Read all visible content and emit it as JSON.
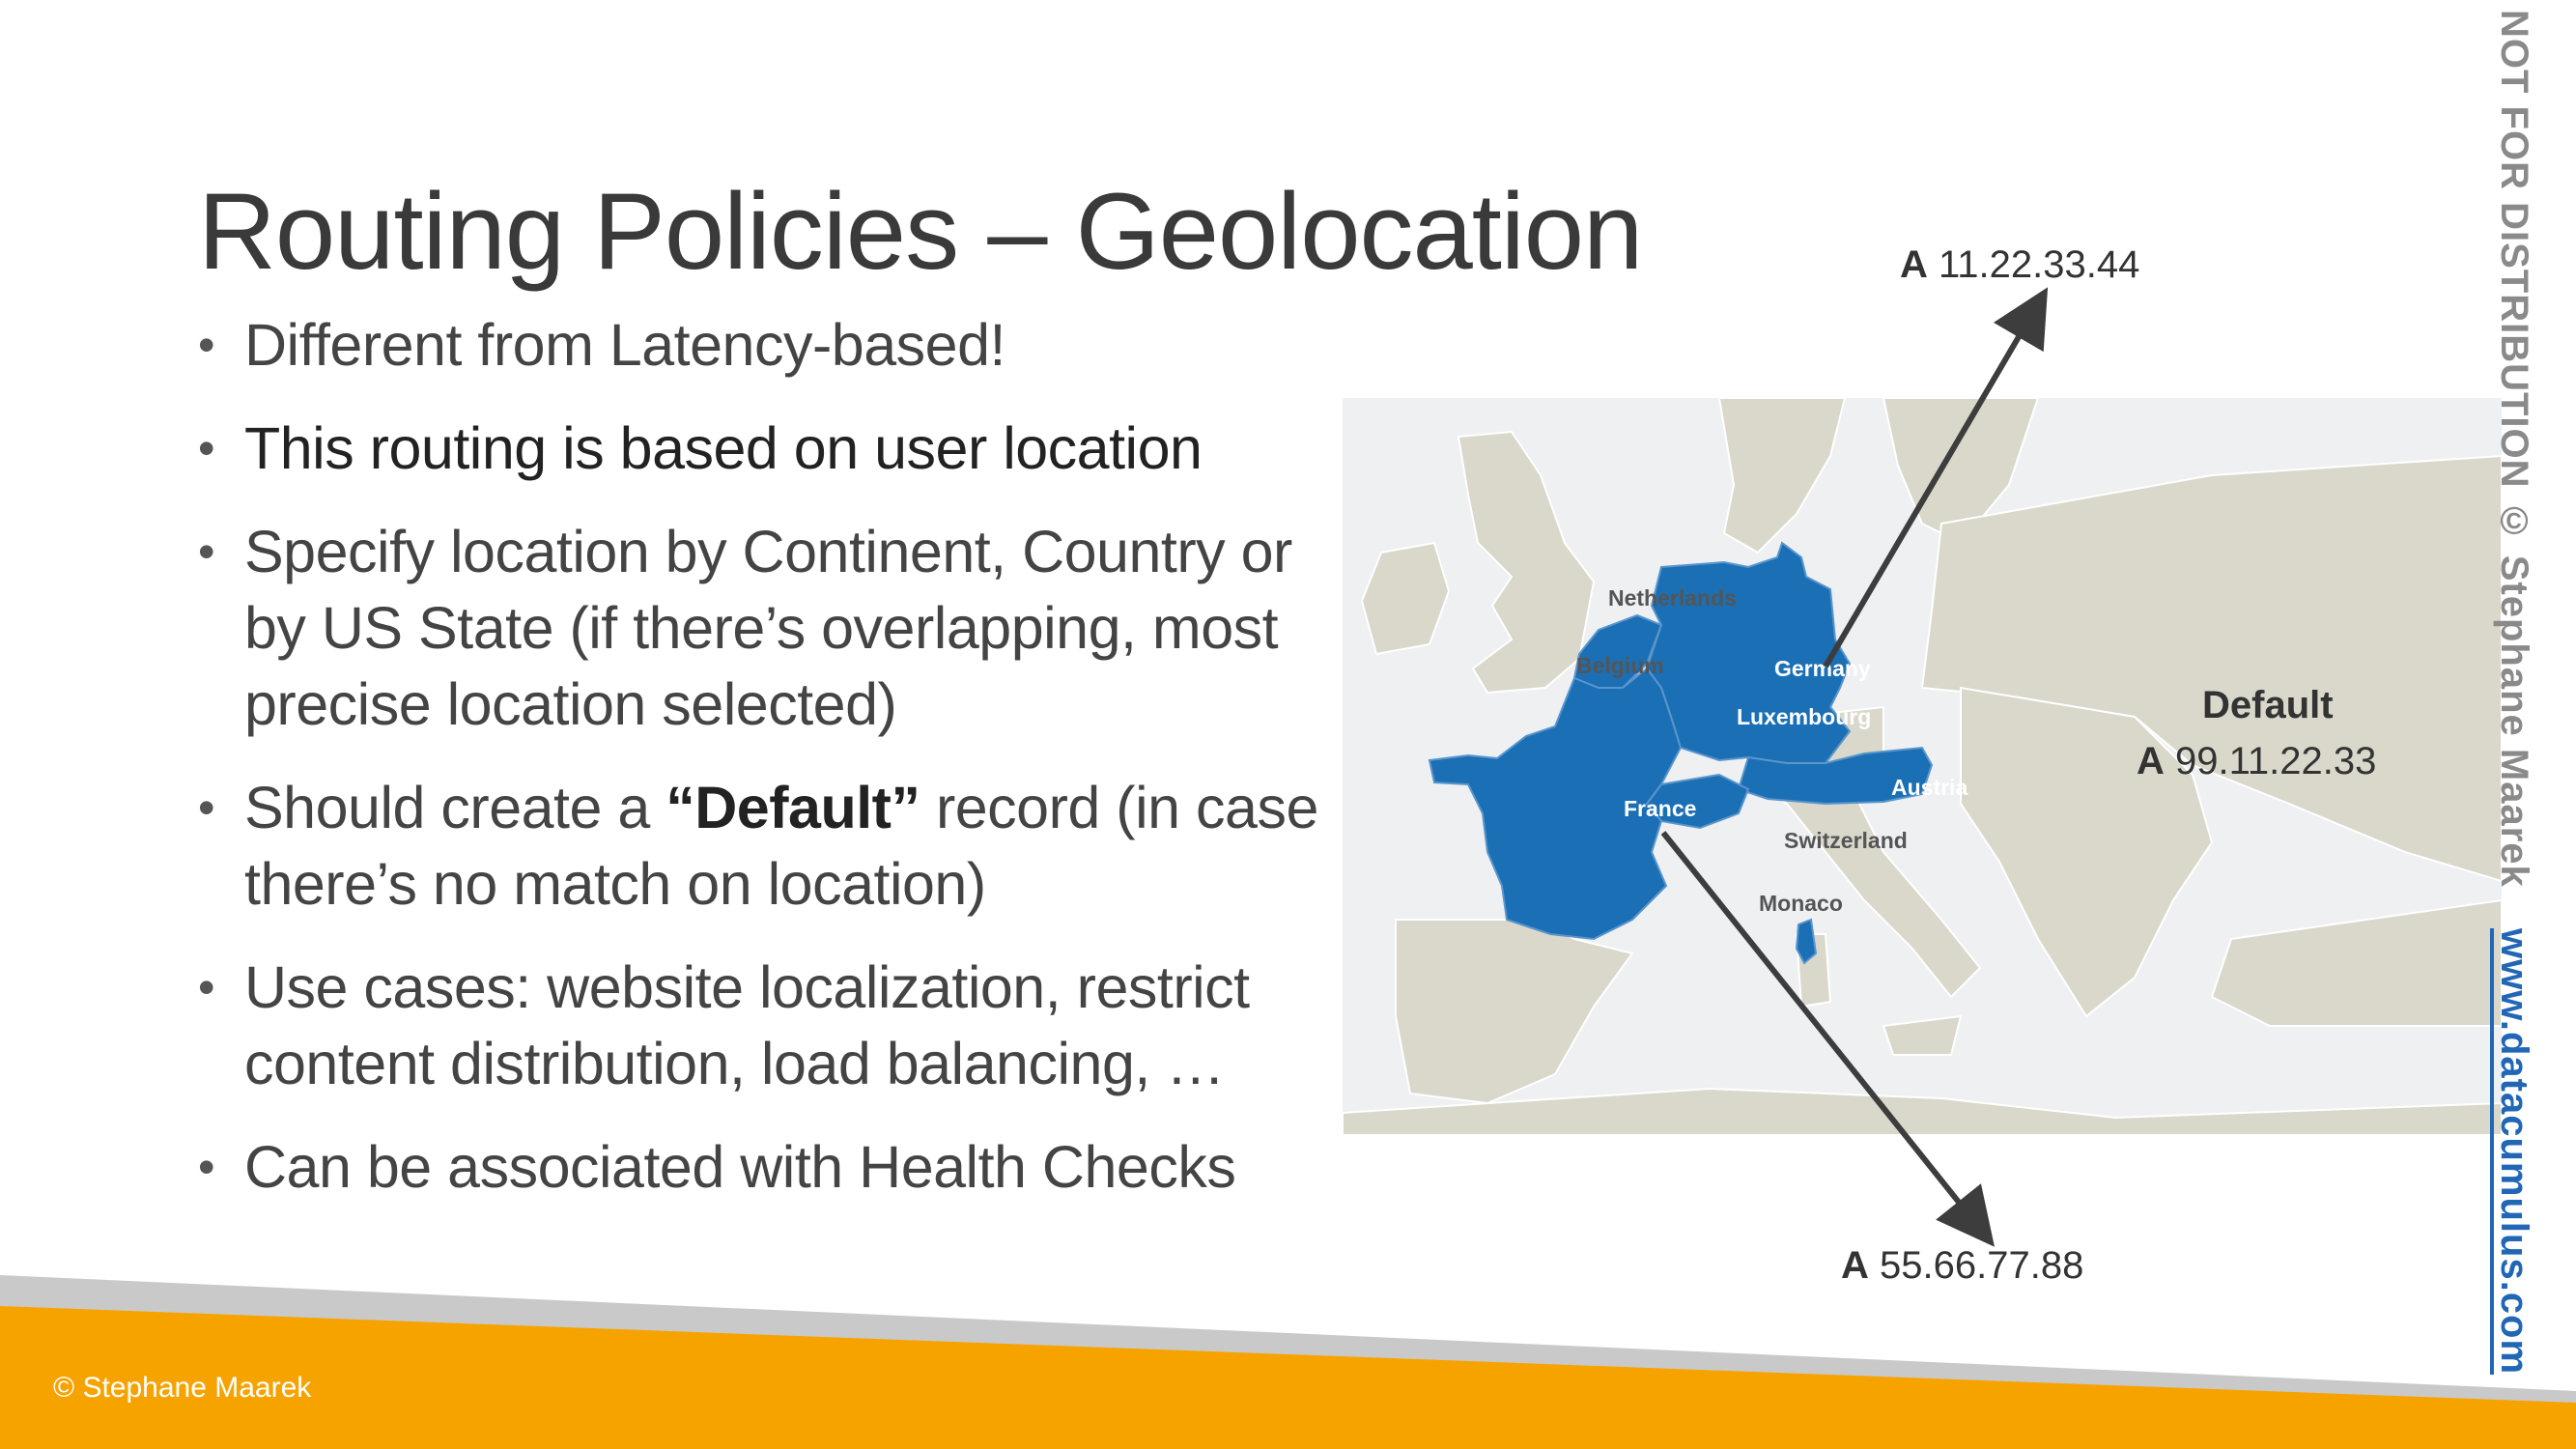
{
  "slide": {
    "title": "Routing Policies – Geolocation",
    "bullets": [
      {
        "segments": [
          {
            "text": "Different from Latency-based!"
          }
        ]
      },
      {
        "segments": [
          {
            "text": "This routing is based on user location"
          }
        ]
      },
      {
        "segments": [
          {
            "text": "Specify location by Continent, Country or by US State (if there’s overlapping, most precise location selected)"
          }
        ]
      },
      {
        "segments": [
          {
            "text": "Should create a "
          },
          {
            "text": "“Default”",
            "bold": true
          },
          {
            "text": " record (in case there’s no match on location)"
          }
        ]
      },
      {
        "segments": [
          {
            "text": "Use cases: website localization, restrict content distribution, load balancing, …"
          }
        ]
      },
      {
        "segments": [
          {
            "text": "Can be associated with Health Checks"
          }
        ]
      }
    ]
  },
  "diagram": {
    "record_top": {
      "type": "A",
      "value": "11.22.33.44"
    },
    "record_default": {
      "title": "Default",
      "type": "A",
      "value": "99.11.22.33"
    },
    "record_bottom": {
      "type": "A",
      "value": "55.66.77.88"
    },
    "countries": {
      "netherlands": "Netherlands",
      "belgium": "Belgium",
      "germany": "Germany",
      "luxembourg": "Luxembourg",
      "france": "France",
      "austria": "Austria",
      "switzerland": "Switzerland",
      "monaco": "Monaco"
    },
    "colors": {
      "highlight": "#1a6fb5",
      "land": "#d9d8cb",
      "sea": "#eef0f2",
      "arrow": "#3d3d3d"
    }
  },
  "watermark": {
    "notice": "NOT FOR DISTRIBUTION © Stephane Maarek",
    "link": "www.datacumulus.com"
  },
  "footer": {
    "copyright": "© Stephane Maarek",
    "accent_color": "#f6a300"
  }
}
